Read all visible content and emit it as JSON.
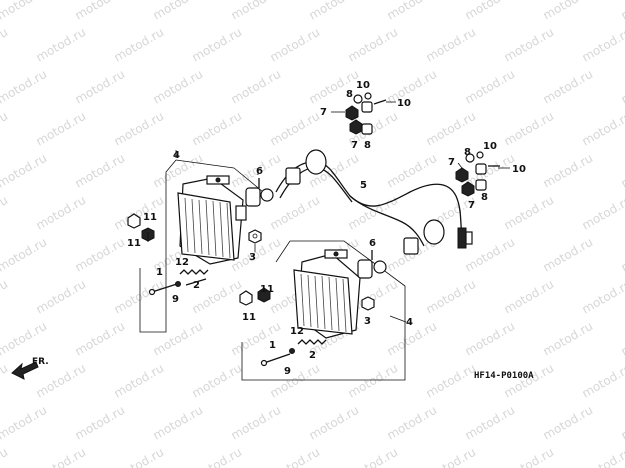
{
  "watermark": {
    "text": "motod.ru"
  },
  "diagram_code": "HF14-P0100A",
  "front_arrow": {
    "label": "FR."
  },
  "callouts": {
    "c4_left": "4",
    "c4_right": "4",
    "c5": "5",
    "c6_left": "6",
    "c6_right": "6",
    "c11_l1": "11",
    "c11_l2": "11",
    "c11_r1": "11",
    "c11_r2": "11",
    "c3_left": "3",
    "c3_right": "3",
    "c1_left": "1",
    "c1_right": "1",
    "c12_left": "12",
    "c12_right": "12",
    "c2_left": "2",
    "c2_right": "2",
    "c9_left": "9",
    "c9_right": "9",
    "c7_t1": "7",
    "c7_t2": "7",
    "c7_t3": "7",
    "c7_t4": "7",
    "c8_t1": "8",
    "c8_t2": "8",
    "c8_t3": "8",
    "c8_t4": "8",
    "c10_t1": "10",
    "c10_t2": "10",
    "c10_t3": "10",
    "c10_t4": "10"
  }
}
